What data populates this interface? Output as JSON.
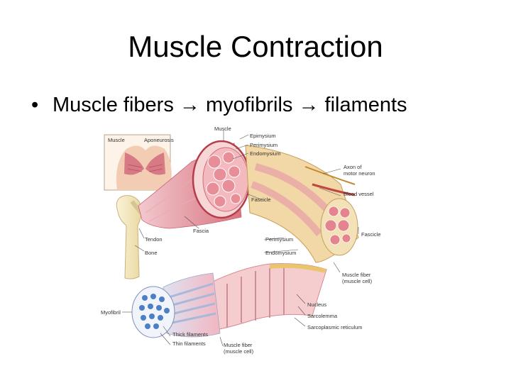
{
  "slide": {
    "title": "Muscle Contraction",
    "bullet": "Muscle fibers → myofibrils → filaments"
  },
  "diagram": {
    "labels": {
      "inset_muscle": "Muscle",
      "inset_aponeurosis": "Aponeurosis",
      "muscle": "Muscle",
      "epimysium": "Epimysium",
      "perimysium_top": "Perimysium",
      "endomysium_top": "Endomysium",
      "axon_1": "Axon of",
      "axon_2": "motor neuron",
      "blood_vessel": "Blood vessel",
      "fascicle_mid": "Fascicle",
      "fascicle_right": "Fascicle",
      "fascia": "Fascia",
      "tendon": "Tendon",
      "bone": "Bone",
      "perimysium_mid": "Perimysium",
      "endomysium_mid": "Endomysium",
      "muscle_fiber_1": "Muscle fiber",
      "muscle_fiber_2": "(muscle cell)",
      "myofibril": "Myofibril",
      "nucleus": "Nucleus",
      "sarcolemma": "Sarcolemma",
      "sarcoplasmic": "Sarcoplasmic reticulum",
      "thick": "Thick filaments",
      "thin": "Thin filaments",
      "muscle_fiber_b1": "Muscle fiber",
      "muscle_fiber_b2": "(muscle cell)"
    }
  }
}
